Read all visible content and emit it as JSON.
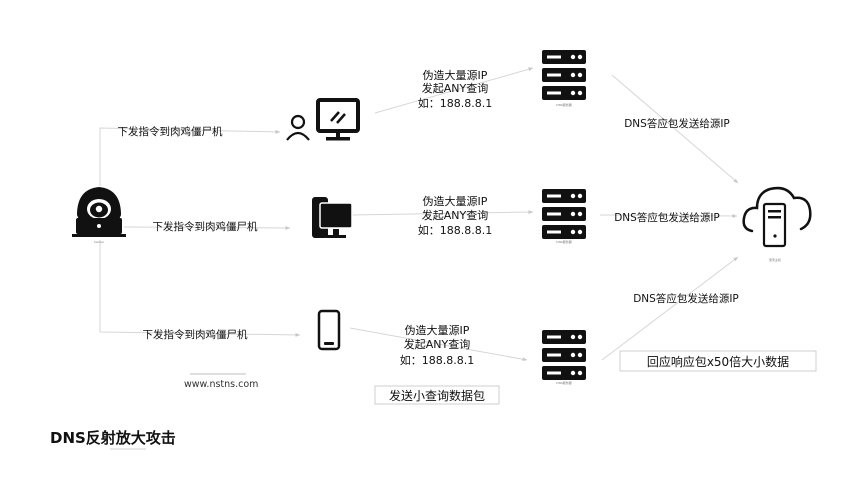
{
  "title": "DNS反射放大攻击",
  "watermark": "www.nstns.com",
  "command_label": "下发指令到肉鸡僵尸机",
  "attacker_caption": "hacker",
  "server_caption": "DNS服务器",
  "request_lines": [
    "伪造大量源IP",
    "发起ANY查询",
    "如：188.8.8.1"
  ],
  "response_label": "DNS答应包发送给源IP",
  "victim_caption": "受害主机",
  "small_packet_label": "发送小查询数据包",
  "amplified_label": "回应响应包x50倍大小数据",
  "colors": {
    "line": "#d6d6d6",
    "icon": "#111111"
  },
  "icons": {
    "attacker": "hacker-icon",
    "bot1": "user-computer-icon",
    "bot2": "desktop-computer-icon",
    "bot3": "mobile-phone-icon",
    "server": "server-rack-icon",
    "victim": "cloud-server-icon"
  }
}
